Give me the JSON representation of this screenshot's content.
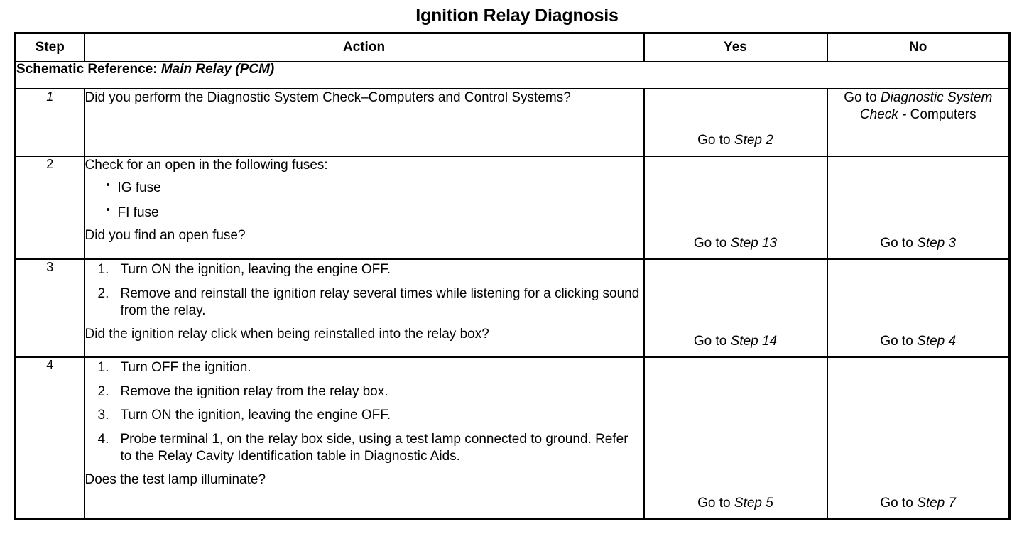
{
  "document": {
    "title": "Ignition Relay Diagnosis"
  },
  "table": {
    "headers": {
      "step": "Step",
      "action": "Action",
      "yes": "Yes",
      "no": "No"
    },
    "schematic_reference": {
      "label": "Schematic Reference:",
      "value": "Main Relay (PCM)"
    },
    "rows": [
      {
        "step": "1",
        "action_lead": "Did you perform the Diagnostic System Check–Computers and Control Systems?",
        "action_items": [],
        "action_tail": "",
        "yes": {
          "prefix": "Go to ",
          "italic": "Step 2",
          "suffix": ""
        },
        "no": {
          "prefix": "Go to ",
          "italic": "Diagnostic System Check -",
          "suffix": "Computers"
        }
      },
      {
        "step": "2",
        "action_lead": "Check for an open in the following fuses:",
        "action_items": [
          "IG fuse",
          "FI fuse"
        ],
        "action_tail": "Did you find an open fuse?",
        "yes": {
          "prefix": "Go to ",
          "italic": "Step 13",
          "suffix": ""
        },
        "no": {
          "prefix": "Go to ",
          "italic": "Step 3",
          "suffix": ""
        }
      },
      {
        "step": "3",
        "action_lead": "",
        "action_items": [
          "Turn ON the ignition, leaving the engine OFF.",
          "Remove and reinstall the ignition relay several times while listening for a clicking sound from the relay."
        ],
        "action_tail": "Did the ignition relay click when being reinstalled into the relay box?",
        "yes": {
          "prefix": "Go to ",
          "italic": "Step 14",
          "suffix": ""
        },
        "no": {
          "prefix": "Go to ",
          "italic": "Step 4",
          "suffix": ""
        }
      },
      {
        "step": "4",
        "action_lead": "",
        "action_items": [
          "Turn OFF the ignition.",
          "Remove the ignition relay from the relay box.",
          "Turn ON the ignition, leaving the engine OFF.",
          "Probe terminal 1, on the relay box side, using a test lamp connected to ground. Refer to the Relay Cavity Identification table in Diagnostic Aids."
        ],
        "action_tail": "Does the test lamp illuminate?",
        "yes": {
          "prefix": "Go to ",
          "italic": "Step 5",
          "suffix": ""
        },
        "no": {
          "prefix": "Go to ",
          "italic": "Step 7",
          "suffix": ""
        }
      }
    ]
  }
}
